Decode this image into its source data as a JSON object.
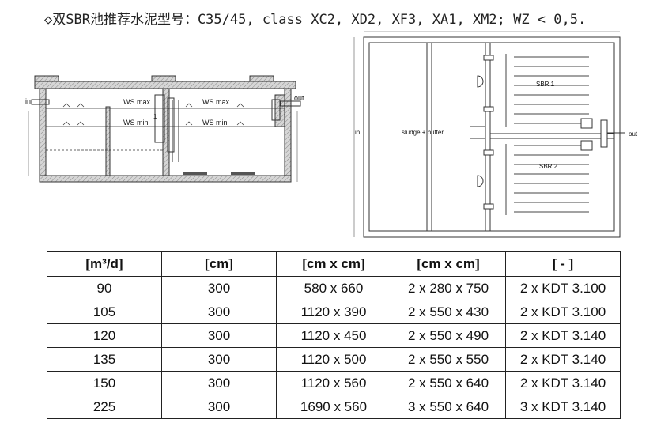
{
  "title": "◇双SBR池推荐水泥型号：C35/45, class XC2, XD2, XF3, XA1, XM2; WZ < 0,5.",
  "section": {
    "in": "in",
    "out": "out",
    "ws_max": "WS max",
    "ws_min": "WS min",
    "mark1": "1"
  },
  "plan": {
    "in": "in",
    "out": "out",
    "sludge_buffer": "sludge + buffer",
    "sbr1": "SBR 1",
    "sbr2": "SBR 2"
  },
  "table": {
    "headers": [
      "[m³/d]",
      "[cm]",
      "[cm x cm]",
      "[cm x cm]",
      "[ - ]"
    ],
    "rows": [
      [
        "90",
        "300",
        "580 x 660",
        "2 x 280 x 750",
        "2 x KDT 3.100"
      ],
      [
        "105",
        "300",
        "1120 x 390",
        "2 x 550 x 430",
        "2 x KDT 3.100"
      ],
      [
        "120",
        "300",
        "1120 x 450",
        "2 x 550 x 490",
        "2 x KDT 3.140"
      ],
      [
        "135",
        "300",
        "1120 x 500",
        "2 x 550 x 550",
        "2 x KDT 3.140"
      ],
      [
        "150",
        "300",
        "1120 x 560",
        "2 x 550 x 640",
        "2 x KDT 3.140"
      ],
      [
        "225",
        "300",
        "1690 x 560",
        "3 x 550 x 640",
        "3 x KDT 3.140"
      ]
    ]
  }
}
